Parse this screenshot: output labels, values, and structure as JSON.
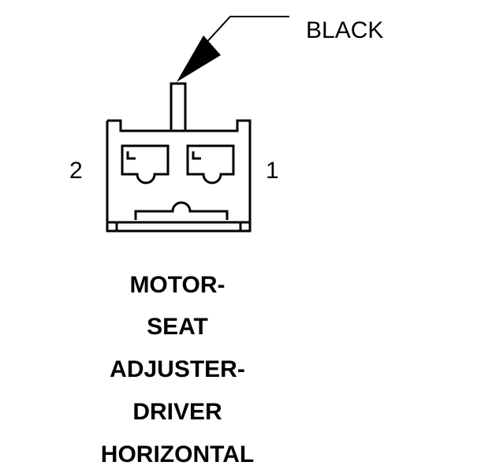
{
  "wire": {
    "color_label": "BLACK"
  },
  "pins": {
    "left": "2",
    "right": "1"
  },
  "component": {
    "lines": [
      "MOTOR-",
      "SEAT",
      "ADJUSTER-",
      "DRIVER",
      "HORIZONTAL"
    ]
  },
  "colors": {
    "ink": "#000000",
    "background": "#ffffff"
  }
}
